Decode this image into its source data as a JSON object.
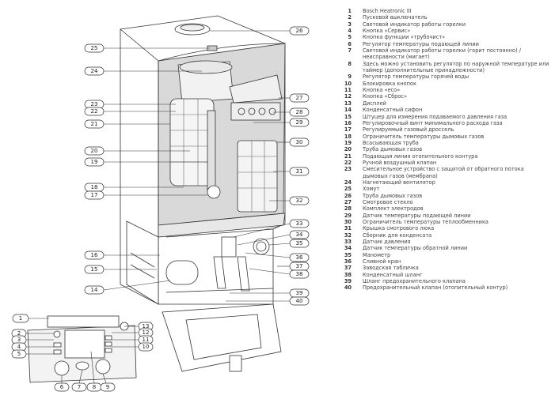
{
  "figure": {
    "subject": "Bosch gas condensing boiler cutaway with control panel",
    "callouts": [
      {
        "id": "1",
        "label": "1"
      },
      {
        "id": "2",
        "label": "2"
      },
      {
        "id": "3",
        "label": "3"
      },
      {
        "id": "4",
        "label": "4"
      },
      {
        "id": "5",
        "label": "5"
      },
      {
        "id": "6",
        "label": "6"
      },
      {
        "id": "7",
        "label": "7"
      },
      {
        "id": "8",
        "label": "8"
      },
      {
        "id": "9",
        "label": "9"
      },
      {
        "id": "10",
        "label": "10"
      },
      {
        "id": "11",
        "label": "11"
      },
      {
        "id": "12",
        "label": "12"
      },
      {
        "id": "13",
        "label": "13"
      },
      {
        "id": "14",
        "label": "14"
      },
      {
        "id": "15",
        "label": "15"
      },
      {
        "id": "16",
        "label": "16"
      },
      {
        "id": "17",
        "label": "17"
      },
      {
        "id": "18",
        "label": "18"
      },
      {
        "id": "19",
        "label": "19"
      },
      {
        "id": "20",
        "label": "20"
      },
      {
        "id": "21",
        "label": "21"
      },
      {
        "id": "22",
        "label": "22"
      },
      {
        "id": "23",
        "label": "23"
      },
      {
        "id": "24",
        "label": "24"
      },
      {
        "id": "25",
        "label": "25"
      },
      {
        "id": "26",
        "label": "26"
      },
      {
        "id": "27",
        "label": "27"
      },
      {
        "id": "28",
        "label": "28"
      },
      {
        "id": "29",
        "label": "29"
      },
      {
        "id": "30",
        "label": "30"
      },
      {
        "id": "31",
        "label": "31"
      },
      {
        "id": "32",
        "label": "32"
      },
      {
        "id": "33",
        "label": "33"
      },
      {
        "id": "34",
        "label": "34"
      },
      {
        "id": "35",
        "label": "35"
      },
      {
        "id": "36",
        "label": "36"
      },
      {
        "id": "37",
        "label": "37"
      },
      {
        "id": "38",
        "label": "38"
      },
      {
        "id": "39",
        "label": "39"
      },
      {
        "id": "40",
        "label": "40"
      }
    ]
  },
  "legend": [
    {
      "num": "1",
      "text": "Bosch Heatronic III"
    },
    {
      "num": "2",
      "text": "Пусковой выключатель"
    },
    {
      "num": "3",
      "text": "Световой индикатор работы горелки"
    },
    {
      "num": "4",
      "text": "Кнопка «Сервис»"
    },
    {
      "num": "5",
      "text": "Кнопка функции «трубочист»"
    },
    {
      "num": "6",
      "text": "Регулятор температуры подающей линии"
    },
    {
      "num": "7",
      "text": "Световой индикатор работы горелки (горит постоянно) / неисправности (мигает)"
    },
    {
      "num": "8",
      "text": "Здесь можно установить регулятор по наружной температуре или таймер (дополнительные принадлежности)"
    },
    {
      "num": "9",
      "text": "Регулятор температуры горячей воды"
    },
    {
      "num": "10",
      "text": "Блокировка кнопок"
    },
    {
      "num": "11",
      "text": "Кнопка «eco»"
    },
    {
      "num": "12",
      "text": "Кнопка «Сброс»"
    },
    {
      "num": "13",
      "text": "Дисплей"
    },
    {
      "num": "14",
      "text": "Конденсатный сифон"
    },
    {
      "num": "15",
      "text": "Штуцер для измерения подаваемого давления газа"
    },
    {
      "num": "16",
      "text": "Регулировочный винт минимального расхода газа"
    },
    {
      "num": "17",
      "text": "Регулируемый газовый дроссель"
    },
    {
      "num": "18",
      "text": "Ограничитель температуры дымовых газов"
    },
    {
      "num": "19",
      "text": "Всасывающая труба"
    },
    {
      "num": "20",
      "text": "Труба дымовых газов"
    },
    {
      "num": "21",
      "text": "Подающая линия отопительного контура"
    },
    {
      "num": "22",
      "text": "Ручной воздушный клапан"
    },
    {
      "num": "23",
      "text": "Смесительное устройство с защитой от обратного потока дымовых газов (мембрана)"
    },
    {
      "num": "24",
      "text": "Нагнетающий вентилятор"
    },
    {
      "num": "25",
      "text": "Хомут"
    },
    {
      "num": "26",
      "text": "Труба дымовых газов"
    },
    {
      "num": "27",
      "text": "Смотровое стекло"
    },
    {
      "num": "28",
      "text": "Комплект электродов"
    },
    {
      "num": "29",
      "text": "Датчик температуры подающей линии"
    },
    {
      "num": "30",
      "text": "Ограничитель температуры теплообменника"
    },
    {
      "num": "31",
      "text": "Крышка смотрового люка"
    },
    {
      "num": "32",
      "text": "Сборник для конденсата"
    },
    {
      "num": "33",
      "text": "Датчик давления"
    },
    {
      "num": "34",
      "text": "Датчик температуры обратной линии"
    },
    {
      "num": "35",
      "text": "Манометр"
    },
    {
      "num": "36",
      "text": "Сливной кран"
    },
    {
      "num": "37",
      "text": "Заводская табличка"
    },
    {
      "num": "38",
      "text": "Конденсатный шланг"
    },
    {
      "num": "39",
      "text": "Шланг предохранительного клапана"
    },
    {
      "num": "40",
      "text": "Предохранительный клапан (отопительный контур)"
    }
  ]
}
